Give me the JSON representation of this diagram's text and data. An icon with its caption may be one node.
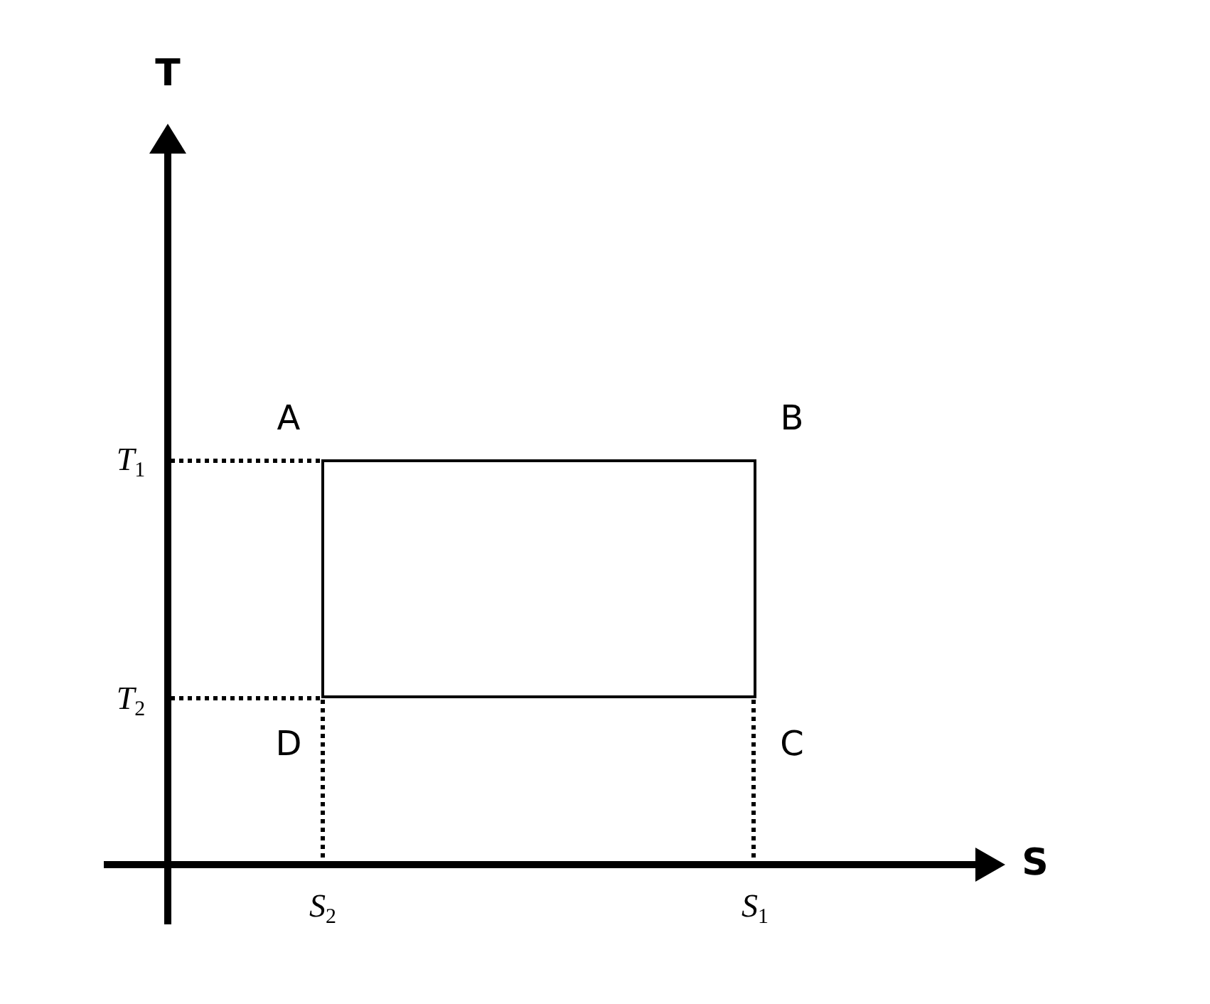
{
  "diagram": {
    "nodes": [
      {
        "text": [],
        "shape": "box"
      }
    ],
    "labels": [
      "T",
      "A",
      "B",
      "T$_{1}$",
      "T$_{2}$",
      "D",
      "C",
      "S",
      "S$_{2}$",
      "S$_{1}$"
    ]
  }
}
